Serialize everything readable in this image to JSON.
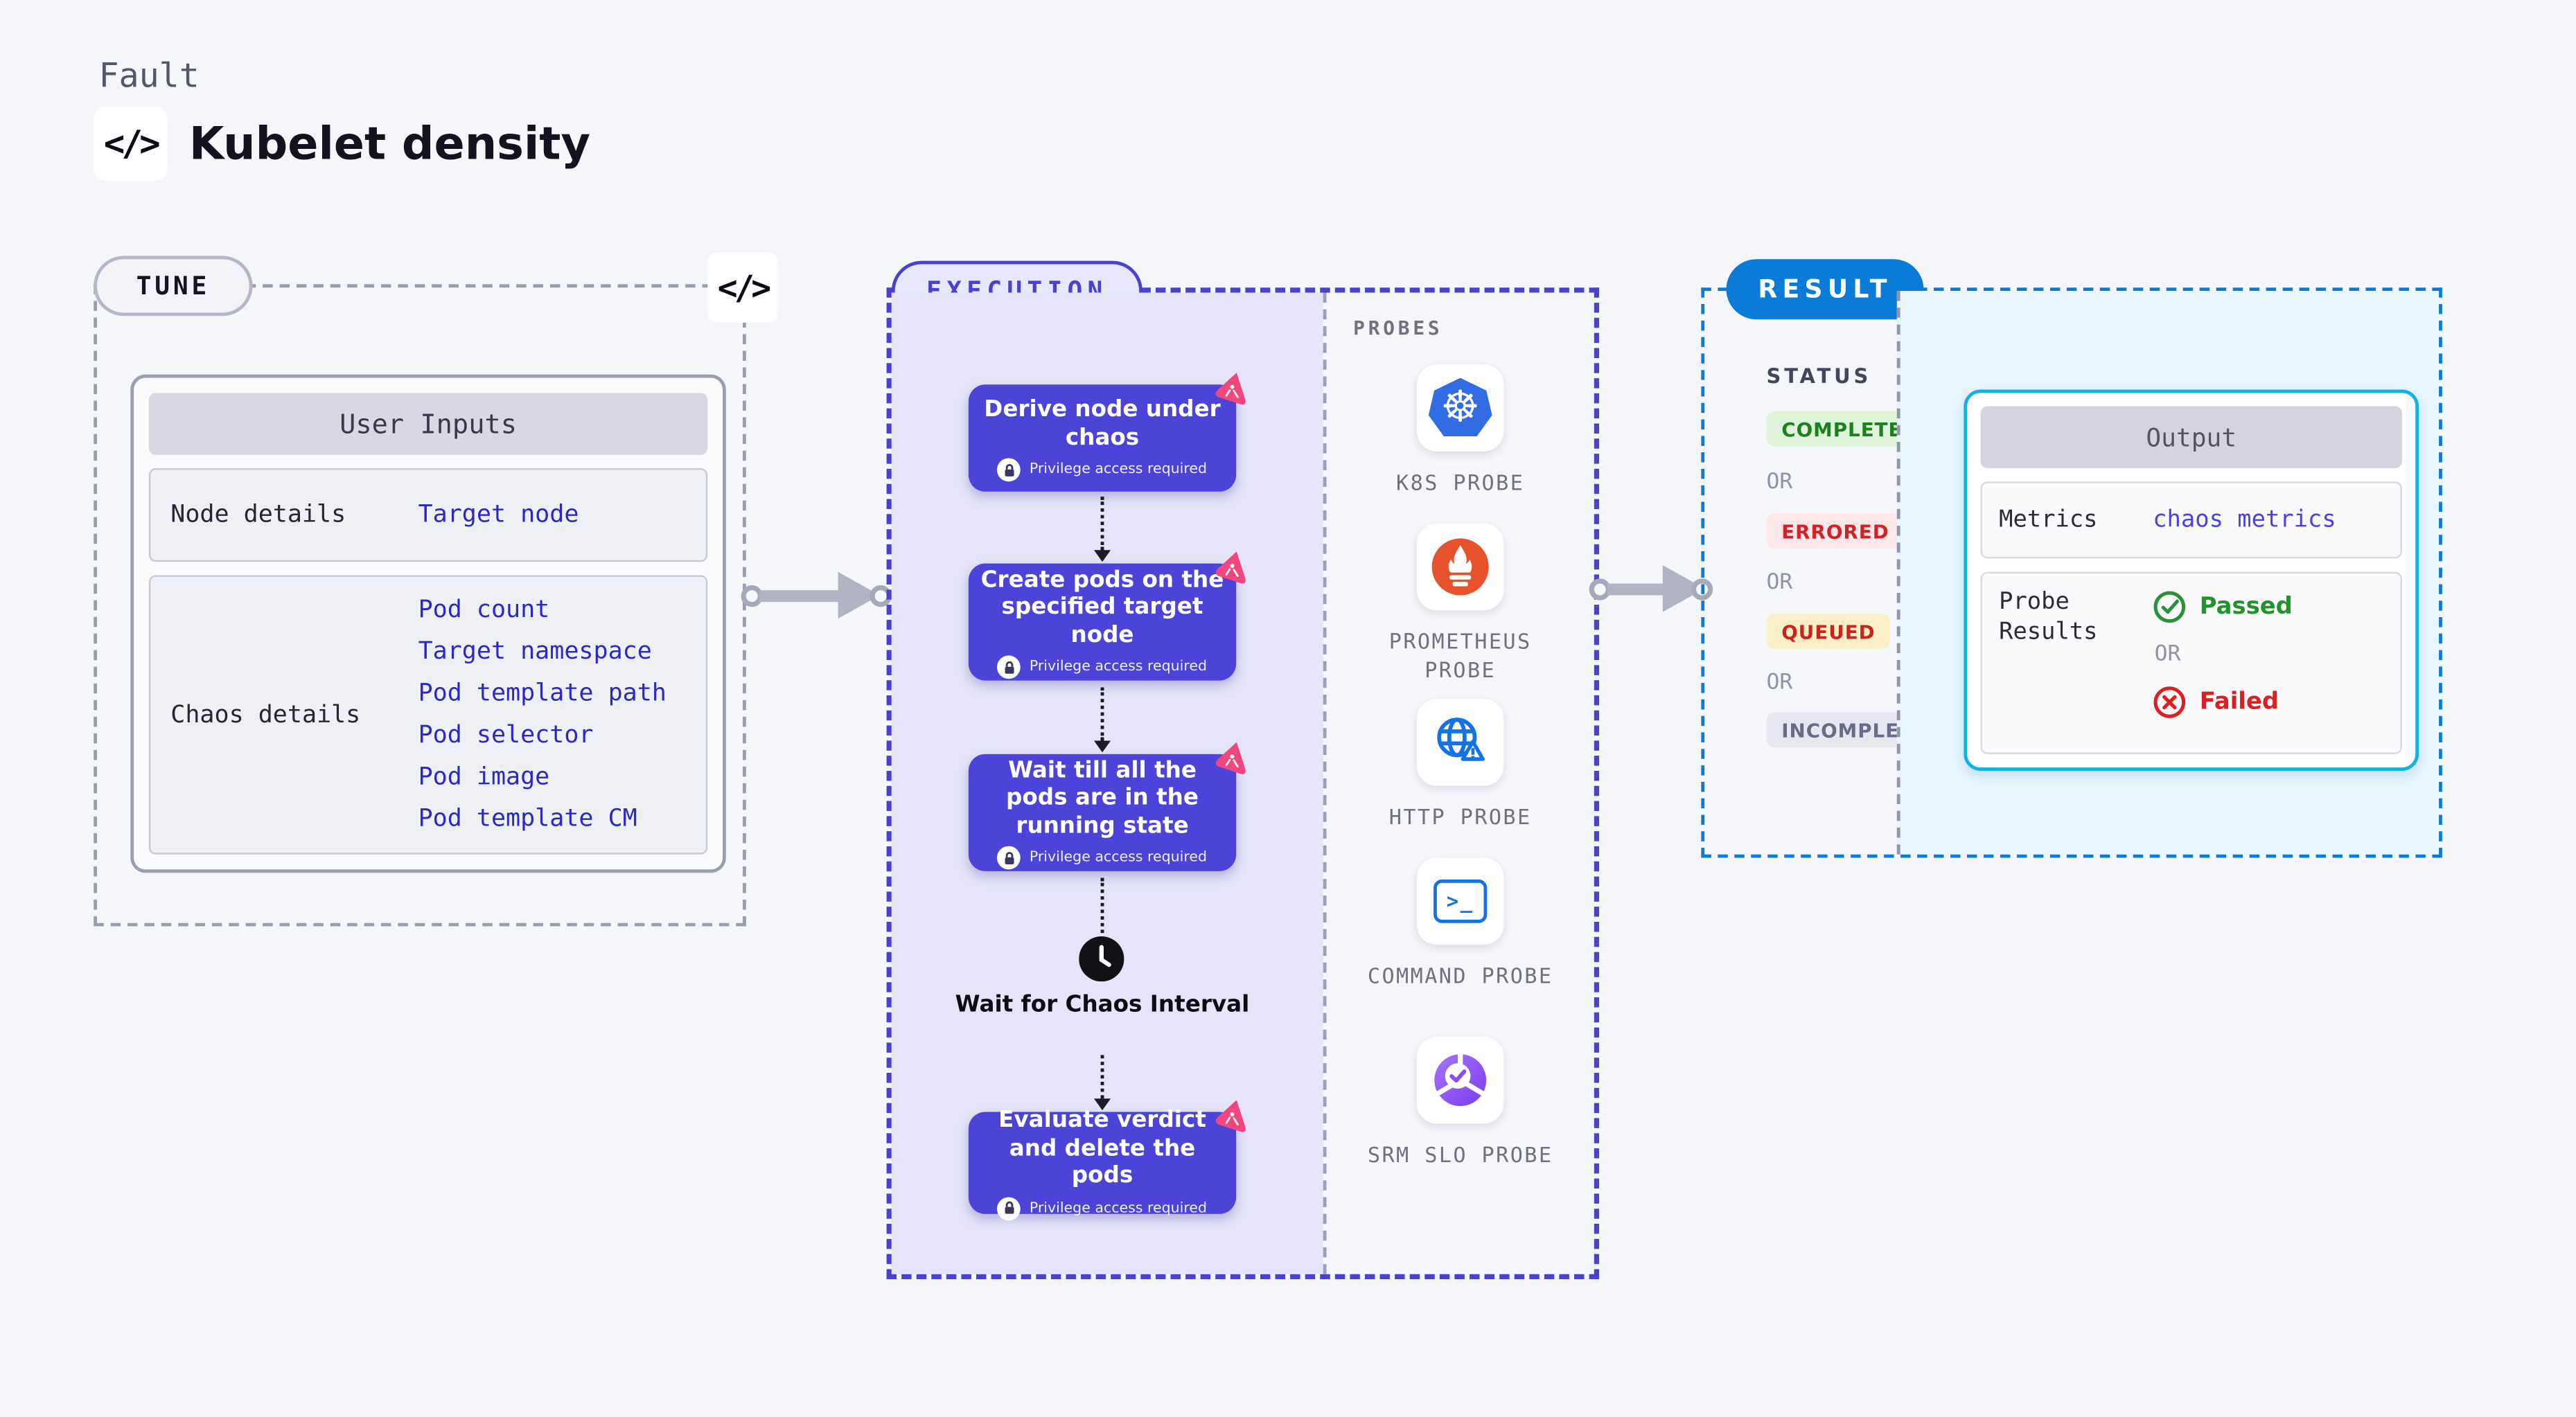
{
  "header": {
    "kicker": "Fault",
    "title": "Kubelet density"
  },
  "icons": {
    "code": "</>"
  },
  "tune": {
    "label": "TUNE",
    "table": {
      "header": "User Inputs",
      "rows": [
        {
          "label": "Node details",
          "links": [
            "Target node"
          ]
        },
        {
          "label": "Chaos details",
          "links": [
            "Pod count",
            "Target namespace",
            "Pod template path",
            "Pod selector",
            "Pod image",
            "Pod template CM"
          ]
        }
      ]
    }
  },
  "execution": {
    "label": "EXECUTION",
    "steps": [
      {
        "title": "Derive node under chaos",
        "badge": "Privilege access required"
      },
      {
        "title": "Create pods on the specified target node",
        "badge": "Privilege access required"
      },
      {
        "title": "Wait till all the pods are in the running state",
        "badge": "Privilege access required"
      },
      {
        "title": "Evaluate verdict and delete the pods",
        "badge": "Privilege access required"
      }
    ],
    "wait_title": "Wait for Chaos Interval"
  },
  "probes": {
    "label": "PROBES",
    "items": [
      {
        "label": "K8S PROBE",
        "icon": "kubernetes-icon"
      },
      {
        "label": "PROMETHEUS PROBE",
        "icon": "prometheus-icon"
      },
      {
        "label": "HTTP PROBE",
        "icon": "http-globe-warning-icon"
      },
      {
        "label": "COMMAND PROBE",
        "icon": "terminal-icon"
      },
      {
        "label": "SRM SLO PROBE",
        "icon": "srm-slo-icon"
      }
    ]
  },
  "result": {
    "label": "RESULT",
    "status": {
      "heading": "STATUS",
      "completed": "COMPLETED",
      "or": "OR",
      "errored": "ERRORED",
      "queued": "QUEUED",
      "incompleted": "INCOMPLETED"
    },
    "output": {
      "header": "Output",
      "metrics_label": "Metrics",
      "metrics_value": "chaos metrics",
      "probe_results_label": "Probe Results",
      "passed": "Passed",
      "or_text": "OR",
      "failed": "Failed"
    }
  },
  "colors": {
    "accent_indigo": "#4c43d8",
    "execution_bg": "#e5e4f9",
    "result_blue": "#0a7cd7",
    "output_border": "#16b0e8",
    "link_blue": "#2b28c6",
    "passed_green": "#22922c",
    "failed_red": "#dc1f1f",
    "completed_bg": "#def3da",
    "errored_bg": "#fbe7e7",
    "queued_bg": "#f9efc6",
    "incompleted_bg": "#e7e7f0",
    "chaos_pink": "#f2477e",
    "k8s_blue": "#326ce5",
    "prometheus_orange": "#e6522c",
    "http_blue": "#1273e6"
  }
}
